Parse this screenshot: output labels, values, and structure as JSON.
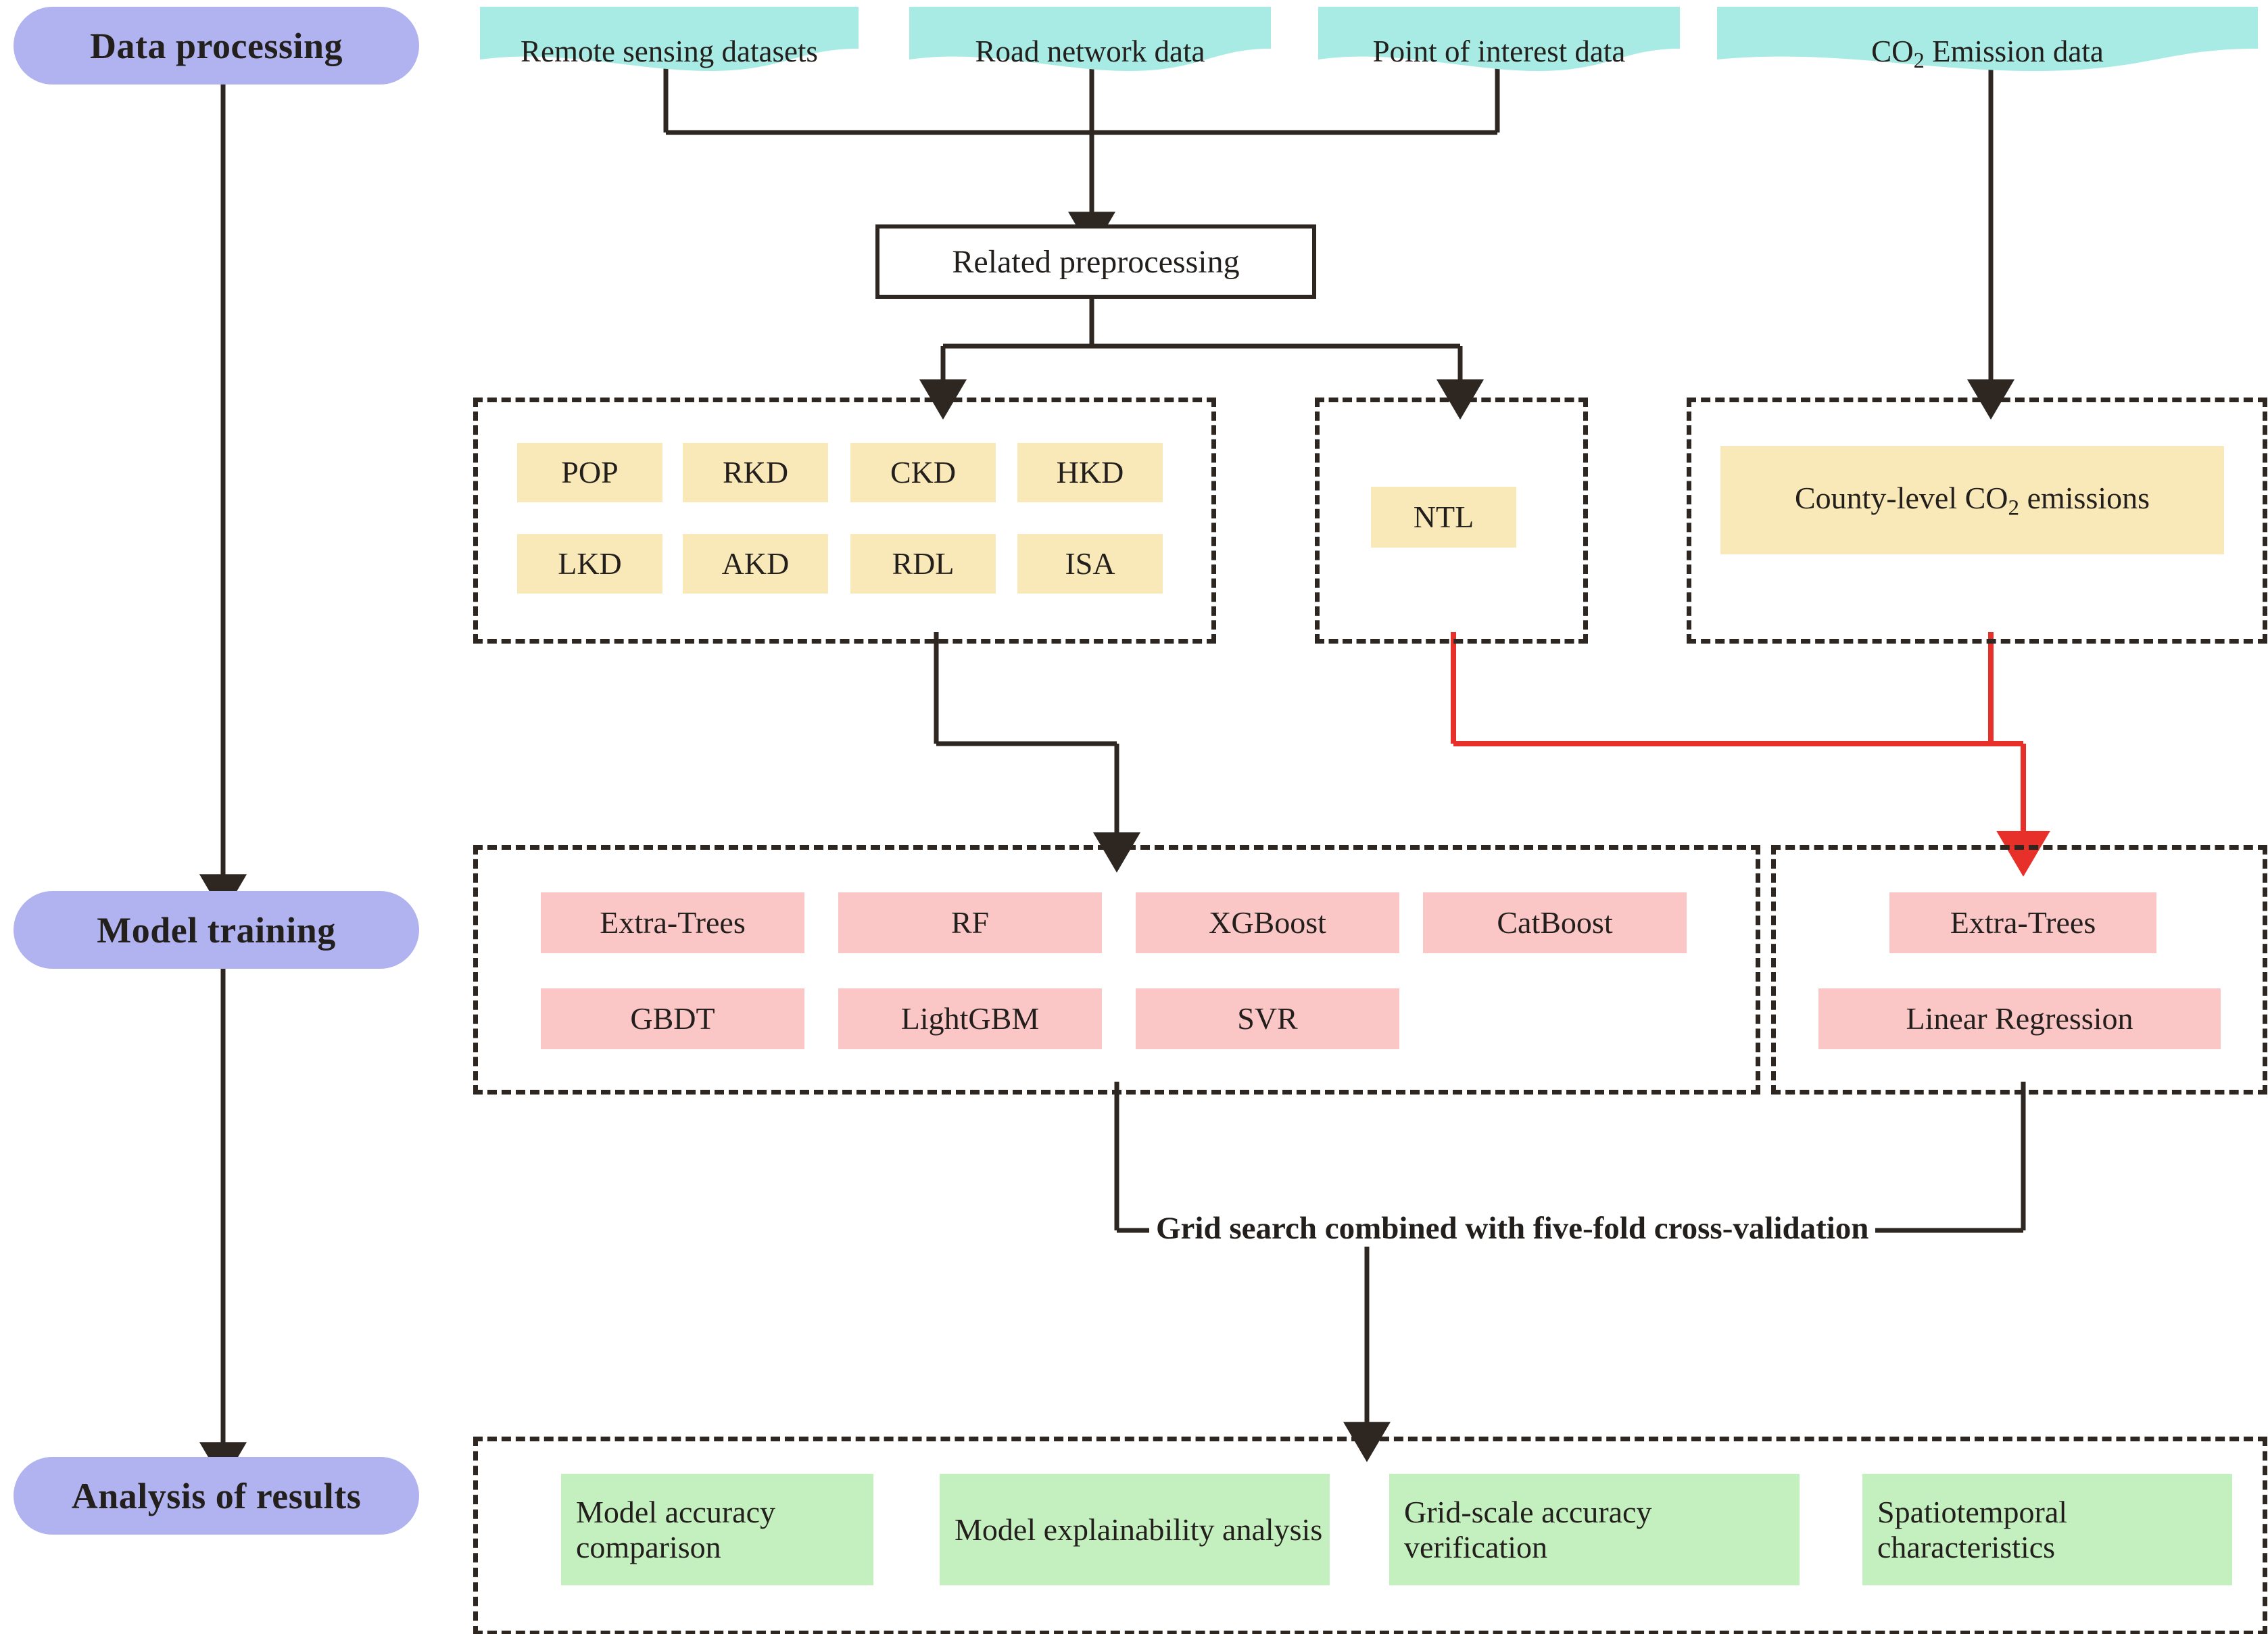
{
  "stages": [
    {
      "label": "Data processing"
    },
    {
      "label": "Model training"
    },
    {
      "label": "Analysis of results"
    }
  ],
  "data_sources": [
    {
      "label": "Remote sensing datasets"
    },
    {
      "label": "Road network data"
    },
    {
      "label": "Point of interest data"
    },
    {
      "label": "CO",
      "sub": "2",
      "label2": " Emission data"
    }
  ],
  "preprocessing": {
    "label": "Related preprocessing"
  },
  "feature_group": {
    "chips": [
      {
        "label": "POP"
      },
      {
        "label": "RKD"
      },
      {
        "label": "CKD"
      },
      {
        "label": "HKD"
      },
      {
        "label": "LKD"
      },
      {
        "label": "AKD"
      },
      {
        "label": "RDL"
      },
      {
        "label": "ISA"
      }
    ]
  },
  "ntl_group": {
    "chips": [
      {
        "label": "NTL"
      }
    ]
  },
  "target_group": {
    "chips": [
      {
        "label": "County-level CO",
        "sub": "2",
        "label2": " emissions"
      }
    ]
  },
  "model_group_left": {
    "chips": [
      {
        "label": "Extra-Trees"
      },
      {
        "label": "RF"
      },
      {
        "label": "XGBoost"
      },
      {
        "label": "CatBoost"
      },
      {
        "label": "GBDT"
      },
      {
        "label": "LightGBM"
      },
      {
        "label": "SVR"
      }
    ]
  },
  "model_group_right": {
    "chips": [
      {
        "label": "Extra-Trees"
      },
      {
        "label": "Linear Regression"
      }
    ]
  },
  "validation": {
    "label": "Grid search combined with five-fold cross-validation"
  },
  "results_group": {
    "chips": [
      {
        "label": "Model accuracy comparison"
      },
      {
        "label": "Model explainability analysis"
      },
      {
        "label": "Grid-scale accuracy verification"
      },
      {
        "label": "Spatiotemporal characteristics"
      }
    ]
  },
  "colors": {
    "stage_pill": "#b0b3f0",
    "data_source": "#a8ebe4",
    "feature_chip": "#fae9b8",
    "model_chip": "#fac6c6",
    "result_chip": "#c4f0bf",
    "line_dark": "#2e2620",
    "line_red": "#e8302a",
    "background": "#ffffff"
  }
}
